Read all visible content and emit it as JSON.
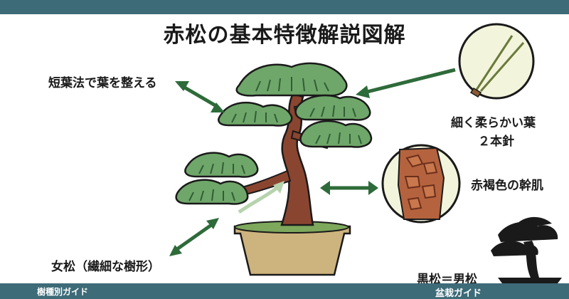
{
  "title": "赤松の基本特徴解説図解",
  "labels": {
    "pruning": "短葉法で葉を整える",
    "needles_1": "細く柔らかい葉",
    "needles_2": "２本針",
    "bark": "赤褐色の幹肌",
    "female": "女松（繊細な樹形）",
    "black_pine": "黒松＝男松"
  },
  "footer": {
    "left": "樹種別ガイド",
    "right": "盆栽ガイド"
  },
  "colors": {
    "bar": "#3d6b78",
    "foliage": "#6fa66a",
    "foliage_dark": "#3f7a45",
    "trunk": "#8a4530",
    "pot": "#cdb37d",
    "arrow": "#2e6b3a"
  }
}
